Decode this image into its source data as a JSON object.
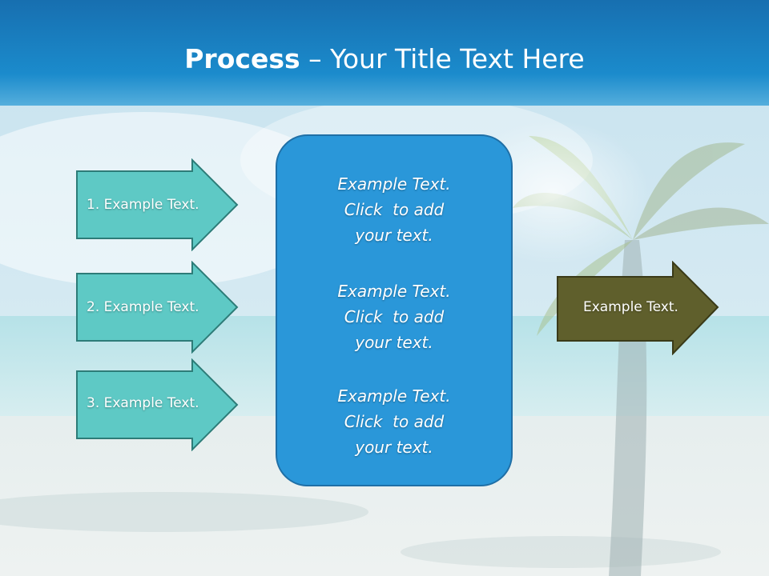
{
  "slide": {
    "title_bold": "Process",
    "title_rest": " – Your Title Text Here"
  },
  "inputs": [
    {
      "label": "1. Example Text."
    },
    {
      "label": "2. Example Text."
    },
    {
      "label": "3. Example Text."
    }
  ],
  "center": {
    "paragraphs": [
      {
        "lines": [
          "Example Text.",
          "Click  to add",
          "your text."
        ]
      },
      {
        "lines": [
          "Example Text.",
          "Click  to add",
          "your text."
        ]
      },
      {
        "lines": [
          "Example Text.",
          "Click  to add",
          "your text."
        ]
      }
    ]
  },
  "output": {
    "label": "Example Text."
  },
  "colors": {
    "title_bar": "#1b88c9",
    "input_arrow_fill": "#5ec9c5",
    "input_arrow_stroke": "#2d7c78",
    "center_fill": "#2a97d9",
    "output_arrow_fill": "#5f5f2c",
    "output_arrow_stroke": "#3a3a18"
  }
}
